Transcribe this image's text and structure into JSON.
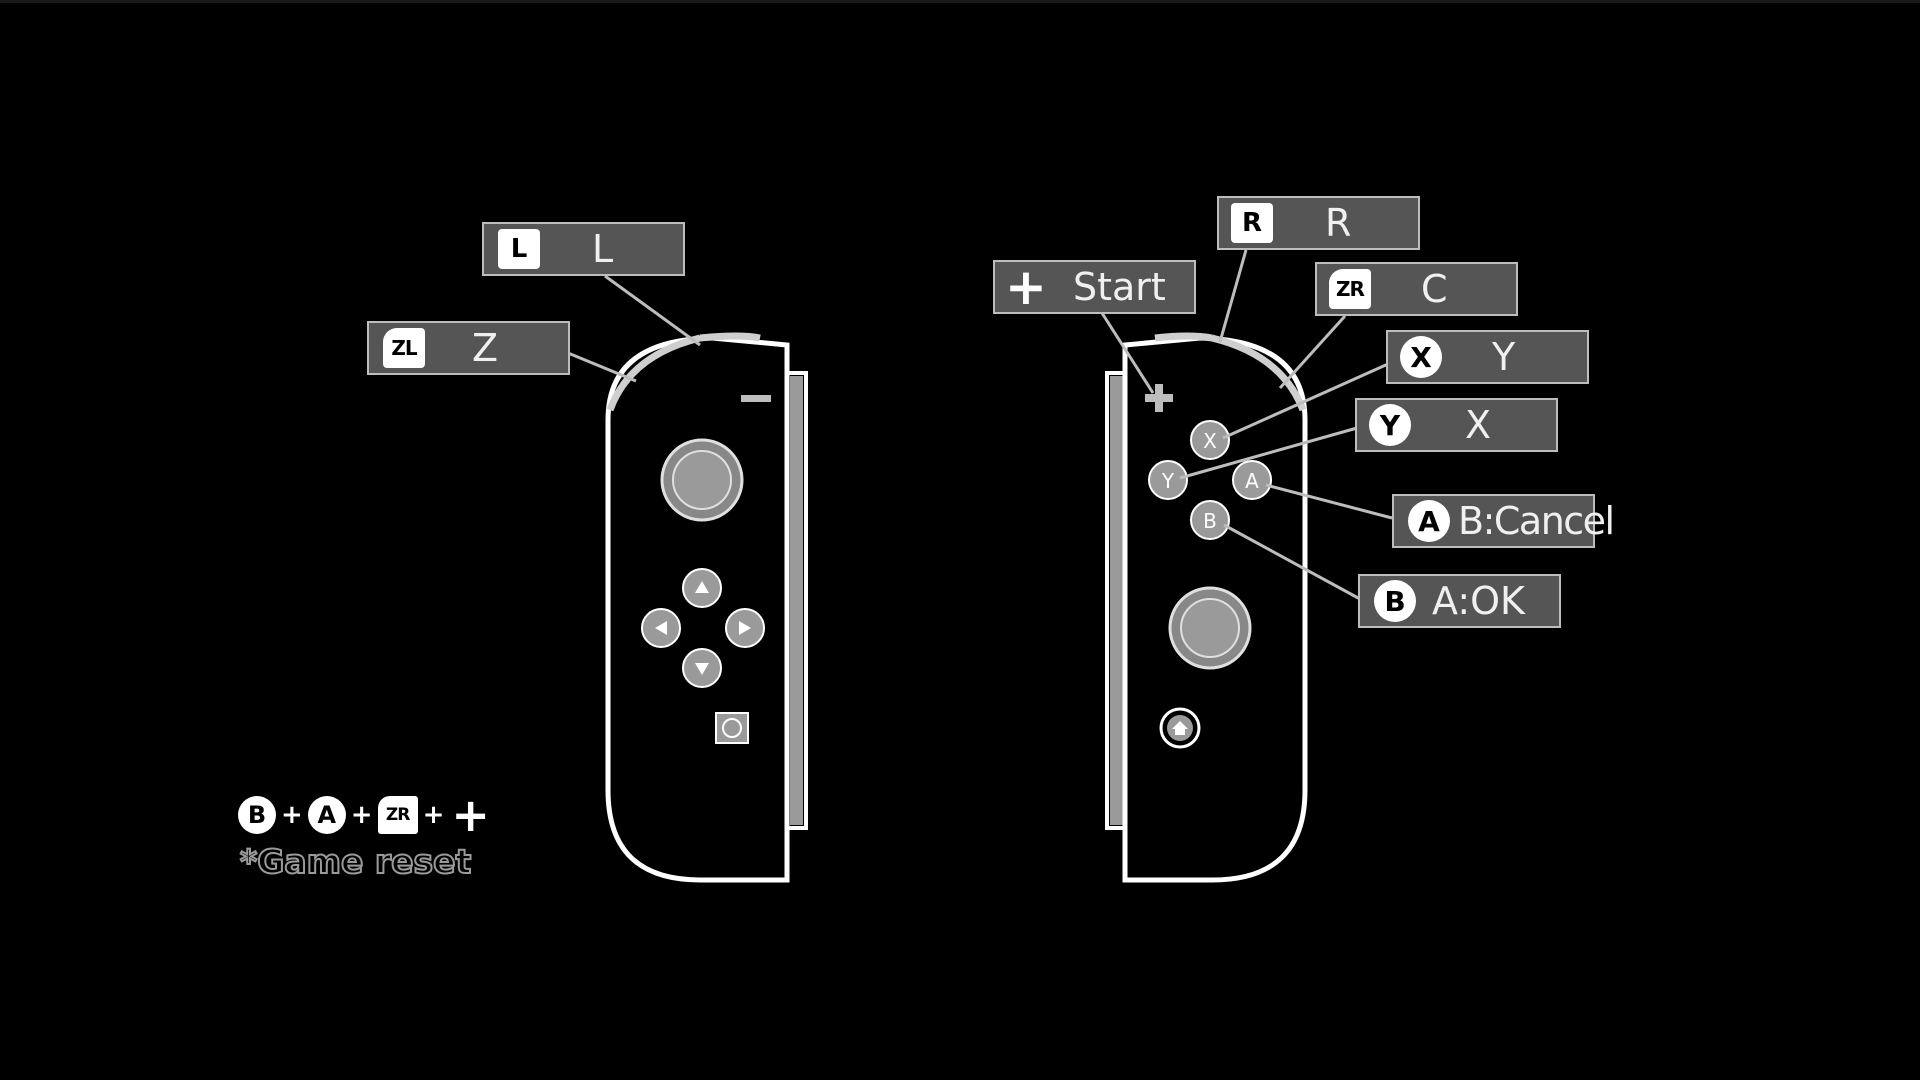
{
  "labels": {
    "zl": {
      "button": "ZL",
      "action": "Z"
    },
    "l": {
      "button": "L",
      "action": "L"
    },
    "plus": {
      "button": "+",
      "action": "Start"
    },
    "r": {
      "button": "R",
      "action": "R"
    },
    "zr": {
      "button": "ZR",
      "action": "C"
    },
    "x": {
      "button": "X",
      "action": "Y"
    },
    "y": {
      "button": "Y",
      "action": "X"
    },
    "a": {
      "button": "A",
      "action": "B:Cancel"
    },
    "b": {
      "button": "B",
      "action": "A:OK"
    }
  },
  "controller_buttons": {
    "x": "X",
    "y": "Y",
    "a": "A",
    "b": "B",
    "minus": "−"
  },
  "reset_combo": {
    "buttons": [
      "B",
      "A",
      "ZR",
      "+"
    ],
    "separator": "+",
    "note": "*Game reset"
  },
  "colors": {
    "background": "#000000",
    "label_bg": "#555555",
    "label_border": "#bdbdbd",
    "button_fill": "#9a9a9a",
    "outline": "#ffffff"
  }
}
